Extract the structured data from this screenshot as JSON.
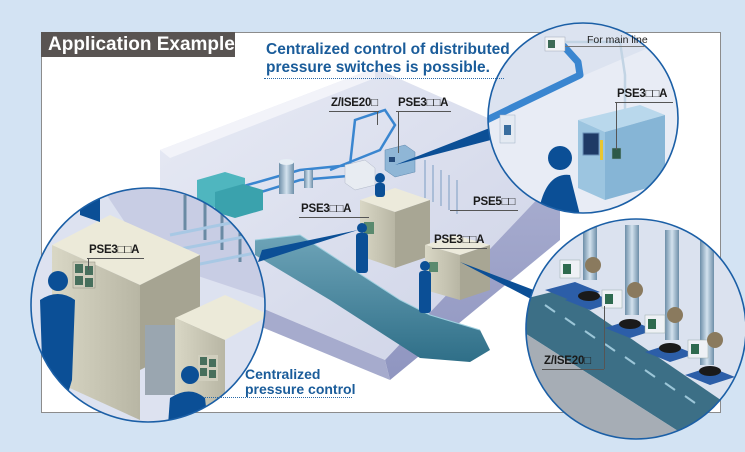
{
  "title": "Application Example",
  "headline": {
    "line1": "Centralized control of distributed",
    "line2": "pressure switches is possible."
  },
  "caption": {
    "line1": "Centralized",
    "line2": "pressure control"
  },
  "labels": {
    "zise_top": "Z/ISE20□",
    "pse3_top": "PSE3□□A",
    "pse3_mid": "PSE3□□A",
    "pse5": "PSE5□□",
    "pse3_lower": "PSE3□□A",
    "pse3_left_circle": "PSE3□□A",
    "pse3_right_circle": "PSE3□□A",
    "for_main_line": "For main line",
    "zise_right_circle": "Z/ISE20□"
  },
  "colors": {
    "background": "#d3e3f3",
    "title_bar": "#595452",
    "headline": "#1a5c9a",
    "accent_blue": "#0b4f96",
    "pipe_blue": "#3a86d0"
  }
}
